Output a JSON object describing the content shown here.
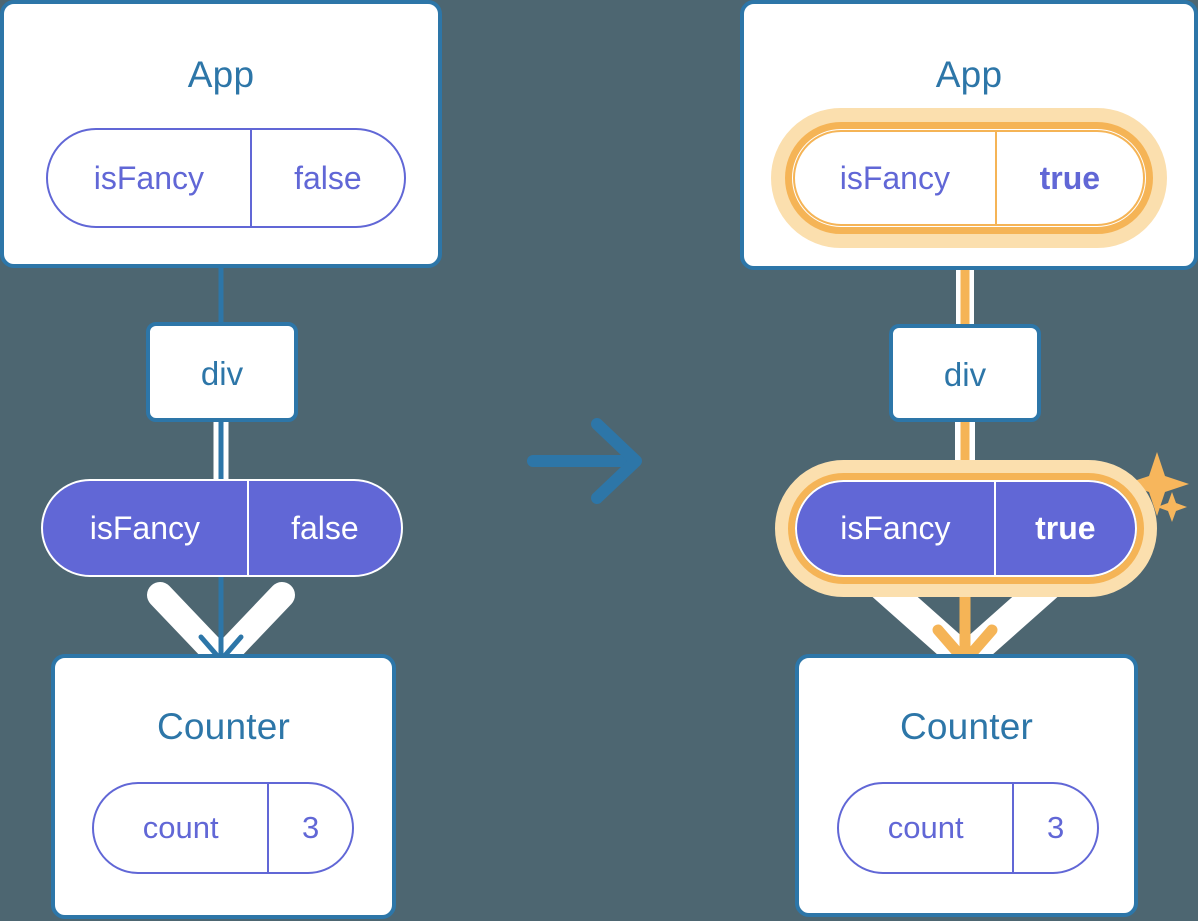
{
  "theme": {
    "background": "#4d6671",
    "box_border": "#2d76a8",
    "box_fill": "#ffffff",
    "title_color": "#2d76a8",
    "state_purple": "#6167d6",
    "highlight_orange": "#f5b456",
    "highlight_glow": "#fbdfae",
    "arrow_white": "#ffffff"
  },
  "transition_arrow": {
    "icon": "arrow-right-icon",
    "color": "#2d76a8"
  },
  "before": {
    "app": {
      "title": "App",
      "state": {
        "key": "isFancy",
        "value": "false",
        "style": "outline",
        "highlighted": false
      }
    },
    "div": {
      "label": "div"
    },
    "prop": {
      "key": "isFancy",
      "value": "false",
      "style": "filled",
      "highlighted": false
    },
    "counter": {
      "title": "Counter",
      "state": {
        "key": "count",
        "value": "3",
        "style": "outline",
        "highlighted": false
      }
    },
    "connector_color": "#2d76a8",
    "connector_inner_color": "#cdd8ee"
  },
  "after": {
    "app": {
      "title": "App",
      "state": {
        "key": "isFancy",
        "value": "true",
        "style": "outline",
        "highlighted": true
      },
      "sparkle_big": "sparkle-icon",
      "sparkle_small": "sparkle-icon"
    },
    "div": {
      "label": "div"
    },
    "prop": {
      "key": "isFancy",
      "value": "true",
      "style": "filled",
      "highlighted": true,
      "sparkle_big": "sparkle-icon",
      "sparkle_small": "sparkle-icon"
    },
    "counter": {
      "title": "Counter",
      "state": {
        "key": "count",
        "value": "3",
        "style": "outline",
        "highlighted": false
      }
    },
    "connector_color": "#f5b456",
    "connector_inner_color": "#fbe8c8"
  }
}
